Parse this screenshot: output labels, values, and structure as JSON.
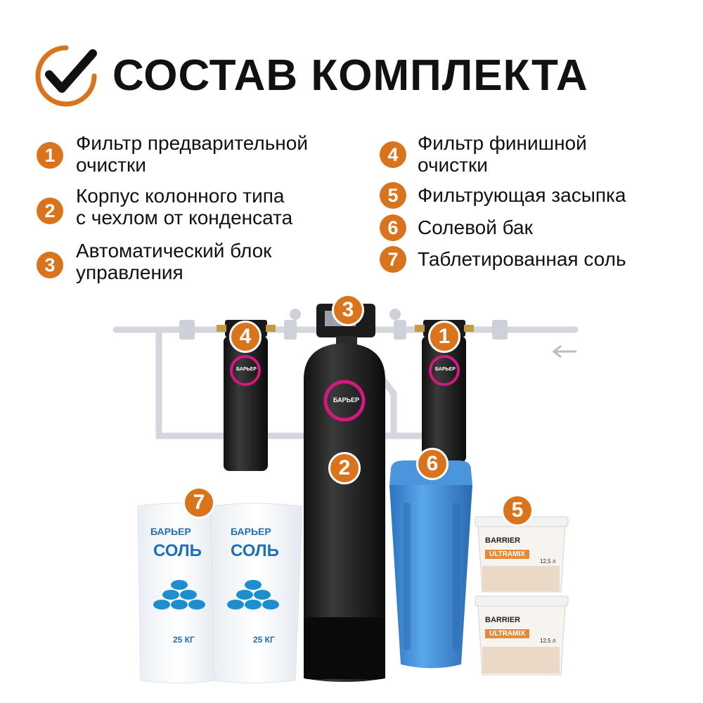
{
  "header": {
    "title": "СОСТАВ КОМПЛЕКТА"
  },
  "items": [
    {
      "num": "1",
      "label_lines": [
        "Фильтр предварительной",
        "очистки"
      ]
    },
    {
      "num": "2",
      "label_lines": [
        "Корпус колонного типа",
        "с чехлом от конденсата"
      ]
    },
    {
      "num": "3",
      "label_lines": [
        "Автоматический блок",
        "управления"
      ]
    },
    {
      "num": "4",
      "label_lines": [
        "Фильтр финишной",
        "очистки"
      ]
    },
    {
      "num": "5",
      "label_lines": [
        "Фильтрующая засыпка"
      ]
    },
    {
      "num": "6",
      "label_lines": [
        "Солевой бак"
      ]
    },
    {
      "num": "7",
      "label_lines": [
        "Таблетированная соль"
      ]
    }
  ],
  "badges": [
    "4",
    "3",
    "1",
    "2",
    "6",
    "7",
    "5"
  ],
  "salt_bag": {
    "brand": "БАРЬЕР",
    "word": "СОЛЬ",
    "weight": "25 КГ"
  },
  "filter_logo": "БАРЬЕР",
  "bucket": {
    "brand": "BARRIER",
    "product": "ULTRAMIX",
    "volume": "12,5 л"
  },
  "colors": {
    "accent": "#d9731c",
    "magenta": "#d6177f",
    "tank_blue": "#3a8fd8",
    "pipe": "#d4d6dd"
  }
}
